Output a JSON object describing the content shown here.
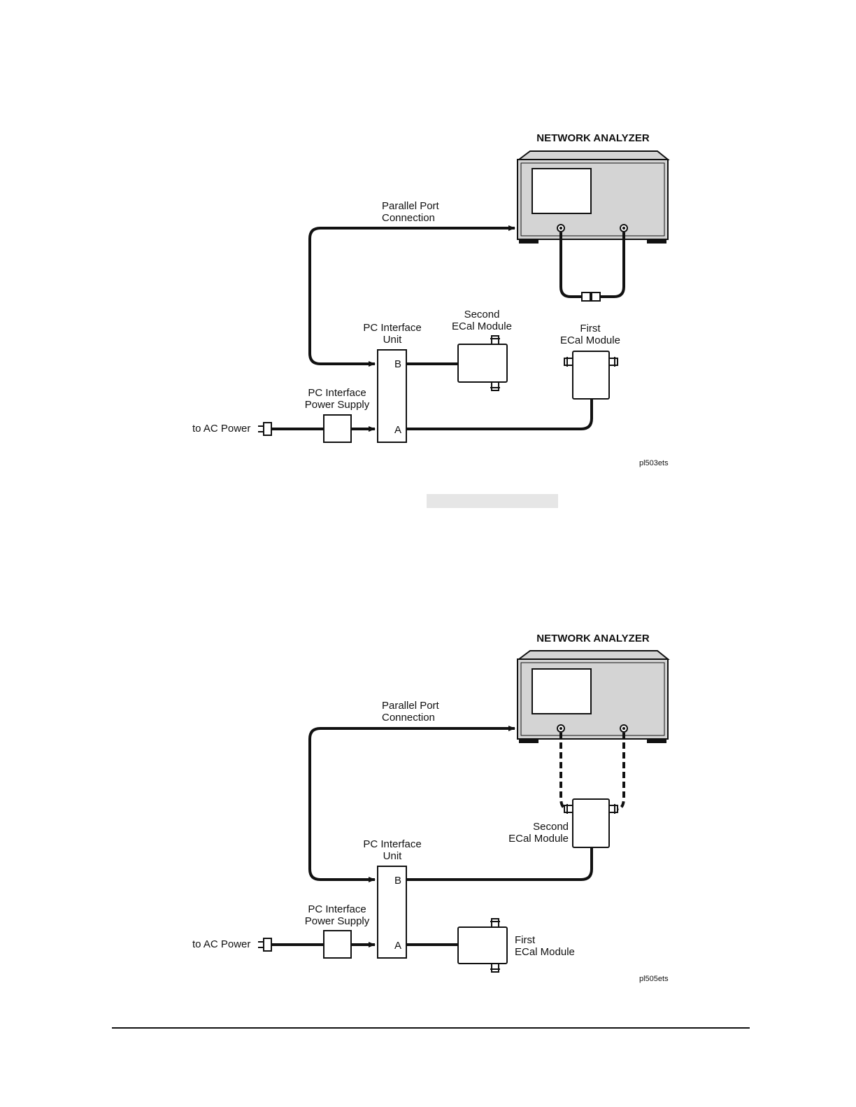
{
  "diagrams": [
    {
      "analyzer_label": "NETWORK ANALYZER",
      "parallel_port_line1": "Parallel Port",
      "parallel_port_line2": "Connection",
      "pc_unit_line1": "PC Interface",
      "pc_unit_line2": "Unit",
      "port_b": "B",
      "port_a": "A",
      "psu_line1": "PC Interface",
      "psu_line2": "Power Supply",
      "ac_power": "to AC Power",
      "second_module_line1": "Second",
      "second_module_line2": "ECal Module",
      "first_module_line1": "First",
      "first_module_line2": "ECal Module",
      "figure_code": "pl503ets"
    },
    {
      "analyzer_label": "NETWORK ANALYZER",
      "parallel_port_line1": "Parallel Port",
      "parallel_port_line2": "Connection",
      "pc_unit_line1": "PC Interface",
      "pc_unit_line2": "Unit",
      "port_b": "B",
      "port_a": "A",
      "psu_line1": "PC Interface",
      "psu_line2": "Power Supply",
      "ac_power": "to AC Power",
      "second_module_line1": "Second",
      "second_module_line2": "ECal Module",
      "first_module_line1": "First",
      "first_module_line2": "ECal Module",
      "figure_code": "pl505ets"
    }
  ]
}
